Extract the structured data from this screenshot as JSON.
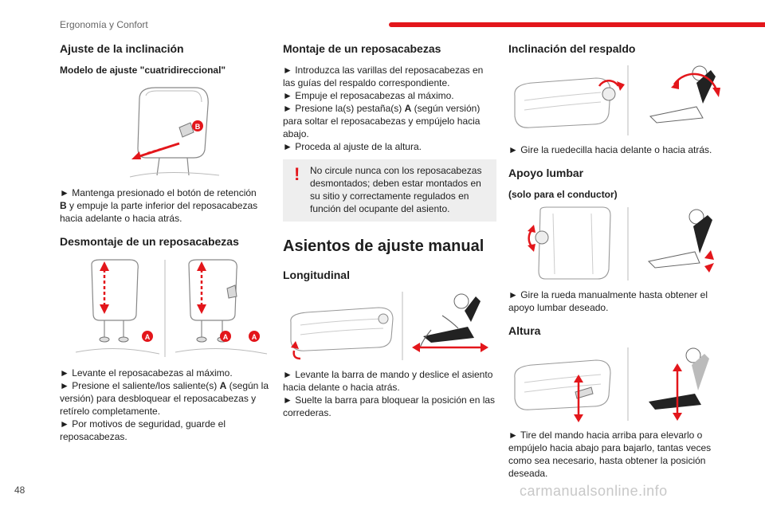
{
  "header": {
    "section_title": "Ergonomía y Confort"
  },
  "page_number": "48",
  "watermark": "carmanualsonline.info",
  "colors": {
    "accent": "#e3161b",
    "text": "#1e1e1e",
    "note_bg": "#eeeeee"
  },
  "col1": {
    "inclination": {
      "title": "Ajuste de la inclinación",
      "subtitle": "Modelo de ajuste \"cuatridireccional\"",
      "callout": "B",
      "text_pre": "► Mantenga presionado el botón de retención",
      "text_bold": "B",
      "text_post": " y empuje la parte inferior del reposacabezas hacia adelante o hacia atrás."
    },
    "removal": {
      "title": "Desmontaje de un reposacabezas",
      "callout": "A",
      "line1": "► Levante el reposacabezas al máximo.",
      "line2_pre": "► Presione el saliente/los saliente(s) ",
      "line2_bold": "A",
      "line2_post": " (según la versión) para desbloquear el reposacabezas y retírelo completamente.",
      "line3": "► Por motivos de seguridad, guarde el reposacabezas."
    }
  },
  "col2": {
    "fitting": {
      "title": "Montaje de un reposacabezas",
      "line1": "► Introduzca las varillas del reposacabezas en las guías del respaldo correspondiente.",
      "line2": "► Empuje el reposacabezas al máximo.",
      "line3_pre": "► Presione la(s) pestaña(s) ",
      "line3_bold": "A",
      "line3_post": " (según versión) para soltar el reposacabezas y empújelo hacia abajo.",
      "line4": "► Proceda al ajuste de la altura."
    },
    "warning": {
      "mark": "!",
      "text": "No circule nunca con los reposacabezas desmontados; deben estar montados en su sitio y correctamente regulados en función del ocupante del asiento."
    },
    "manual": {
      "title": "Asientos de ajuste manual",
      "longitudinal_title": "Longitudinal",
      "line1": "► Levante la barra de mando y deslice el asiento hacia delante o hacia atrás.",
      "line2": "► Suelte la barra para bloquear la posición en las correderas."
    }
  },
  "col3": {
    "backrest": {
      "title": "Inclinación del respaldo",
      "text": "► Gire la ruedecilla hacia delante o hacia atrás."
    },
    "lumbar": {
      "title": "Apoyo lumbar",
      "subtitle": "(solo para el conductor)",
      "text": "► Gire la rueda manualmente hasta obtener el apoyo lumbar deseado."
    },
    "height": {
      "title": "Altura",
      "text": "► Tire del mando hacia arriba para elevarlo o empújelo hacia abajo para bajarlo, tantas veces como sea necesario, hasta obtener la posición deseada."
    }
  }
}
